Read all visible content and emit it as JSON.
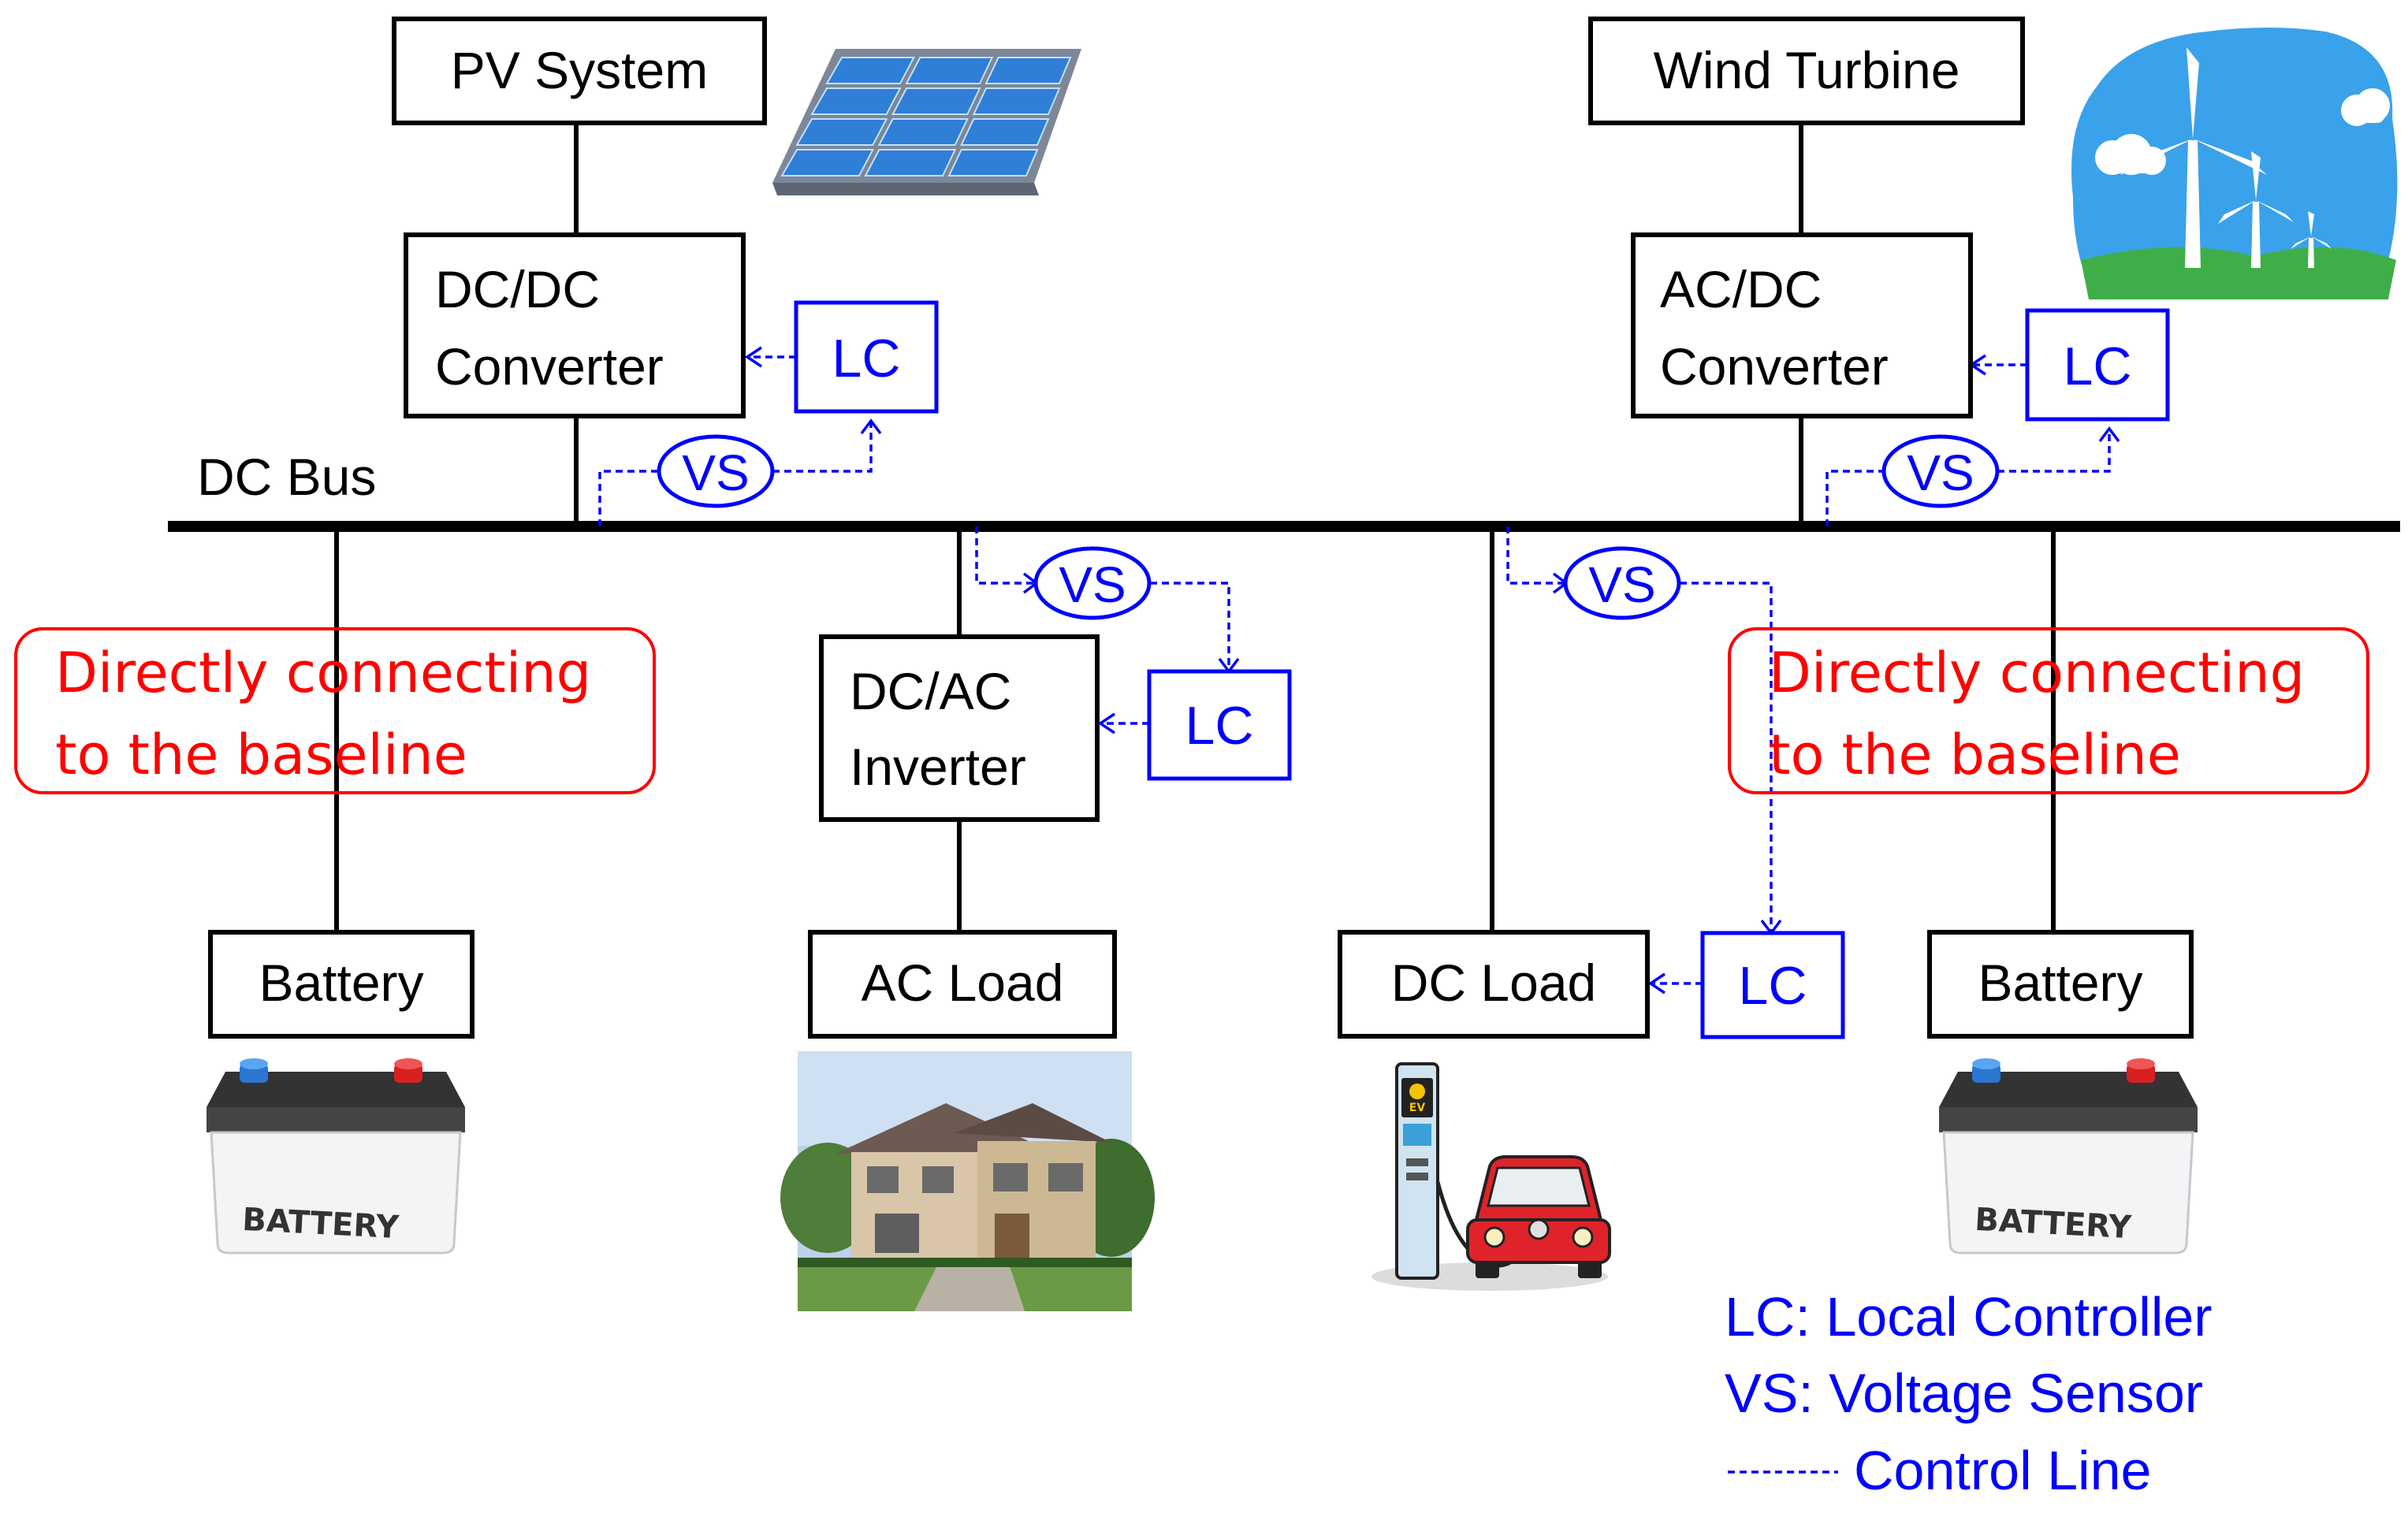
{
  "diagram": {
    "bus_label": "DC Bus",
    "boxes": {
      "pv_system": "PV System",
      "wind_turbine": "Wind Turbine",
      "dcdc_line1": "DC/DC",
      "dcdc_line2": "Converter",
      "acdc_line1": "AC/DC",
      "acdc_line2": "Converter",
      "dcac_line1": "DC/AC",
      "dcac_line2": "Inverter",
      "battery_left": "Battery",
      "ac_load": "AC Load",
      "dc_load": "DC Load",
      "battery_right": "Battery"
    },
    "controller_label": "LC",
    "sensor_label": "VS",
    "callouts": {
      "left_line1": "Directly connecting",
      "left_line2": "to the baseline",
      "right_line1": "Directly connecting",
      "right_line2": "to the baseline"
    },
    "battery_print": "BATTERY",
    "ev_print": "EV",
    "legend": {
      "lc": "LC: Local Controller",
      "vs": "VS: Voltage Sensor",
      "control_line": "Control Line"
    },
    "colors": {
      "control": "#0000ff",
      "callout": "#ff0000",
      "power": "#000000"
    }
  }
}
